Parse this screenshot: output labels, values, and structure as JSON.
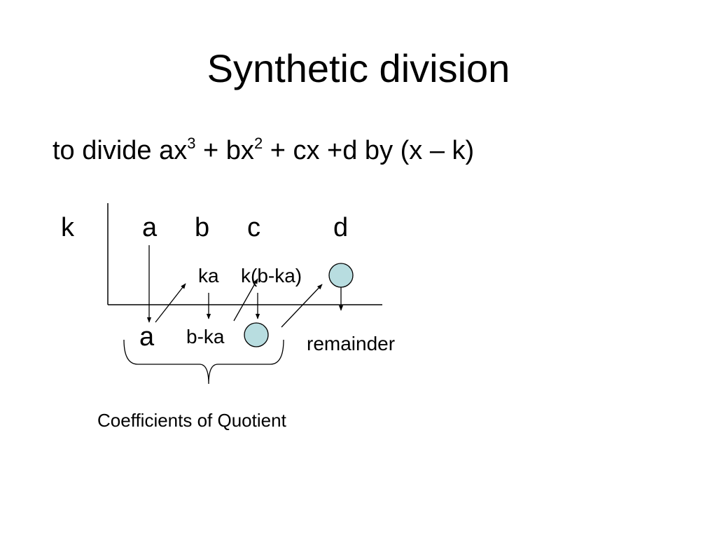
{
  "slide": {
    "title": "Synthetic division",
    "subtitle": {
      "part1": "to divide ax",
      "exp1": "3",
      "part2": " + bx",
      "exp2": "2",
      "part3": " + cx +d by (x – k)"
    }
  },
  "diagram": {
    "divisor": "k",
    "coefficients": [
      "a",
      "b",
      "c",
      "d"
    ],
    "middle_row": [
      "ka",
      "k(b-ka)"
    ],
    "bottom_row": [
      "a",
      "b-ka"
    ],
    "remainder_label": "remainder",
    "quotient_label": "Coefficients of Quotient",
    "circle_color": "#b8dde0"
  }
}
